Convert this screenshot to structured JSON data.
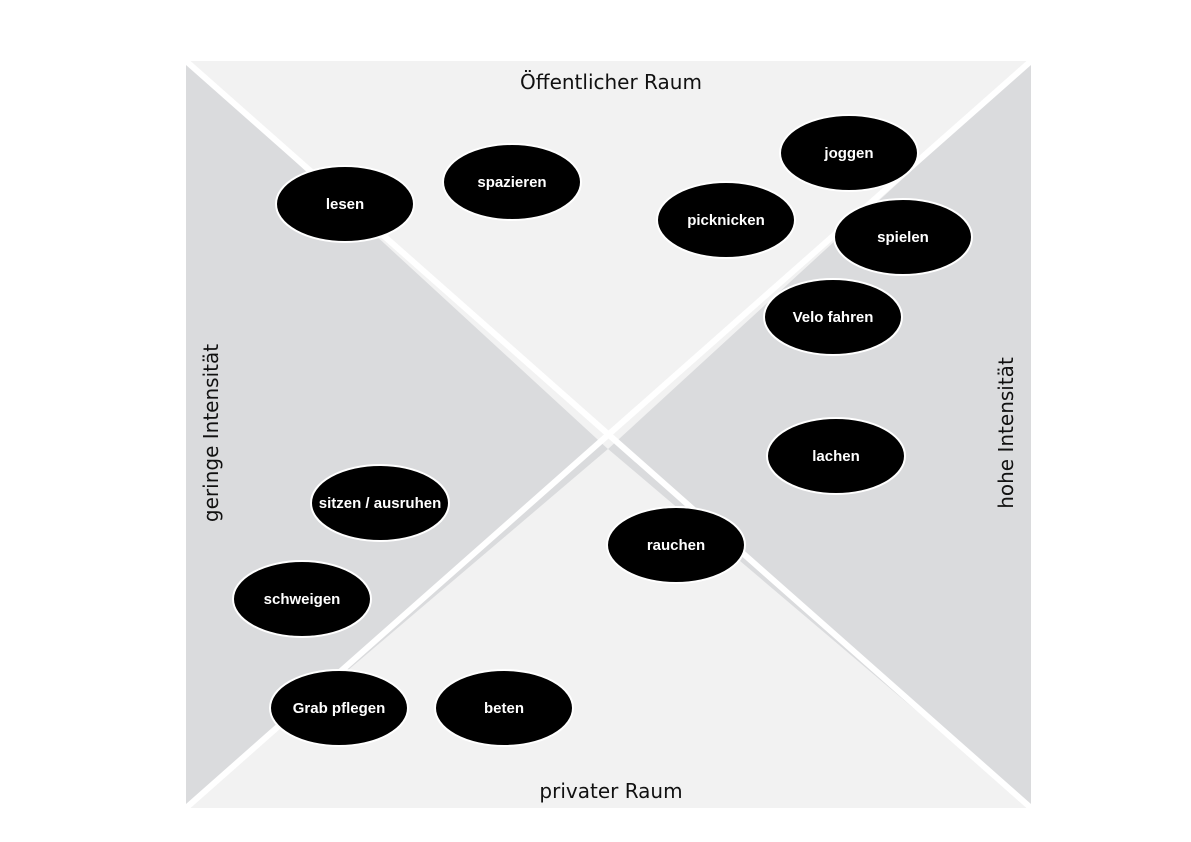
{
  "axes": {
    "top": "Öffentlicher Raum",
    "bottom": "privater Raum",
    "left": "geringe Intensität",
    "right": "hohe Intensität"
  },
  "activities": [
    {
      "id": "lesen",
      "label": "lesen"
    },
    {
      "id": "spazieren",
      "label": "spazieren"
    },
    {
      "id": "picknicken",
      "label": "picknicken"
    },
    {
      "id": "joggen",
      "label": "joggen"
    },
    {
      "id": "spielen",
      "label": "spielen"
    },
    {
      "id": "velo-fahren",
      "label": "Velo fahren"
    },
    {
      "id": "lachen",
      "label": "lachen"
    },
    {
      "id": "sitzen-ausruhen",
      "label": "sitzen / ausruhen"
    },
    {
      "id": "rauchen",
      "label": "rauchen"
    },
    {
      "id": "schweigen",
      "label": "schweigen"
    },
    {
      "id": "grab-pflegen",
      "label": "Grab pflegen"
    },
    {
      "id": "beten",
      "label": "beten"
    }
  ],
  "colors": {
    "public_private_quadrant": "#f2f2f2",
    "intensity_quadrant": "#dadbdd",
    "bubble": "#000000",
    "bubble_text": "#ffffff"
  }
}
